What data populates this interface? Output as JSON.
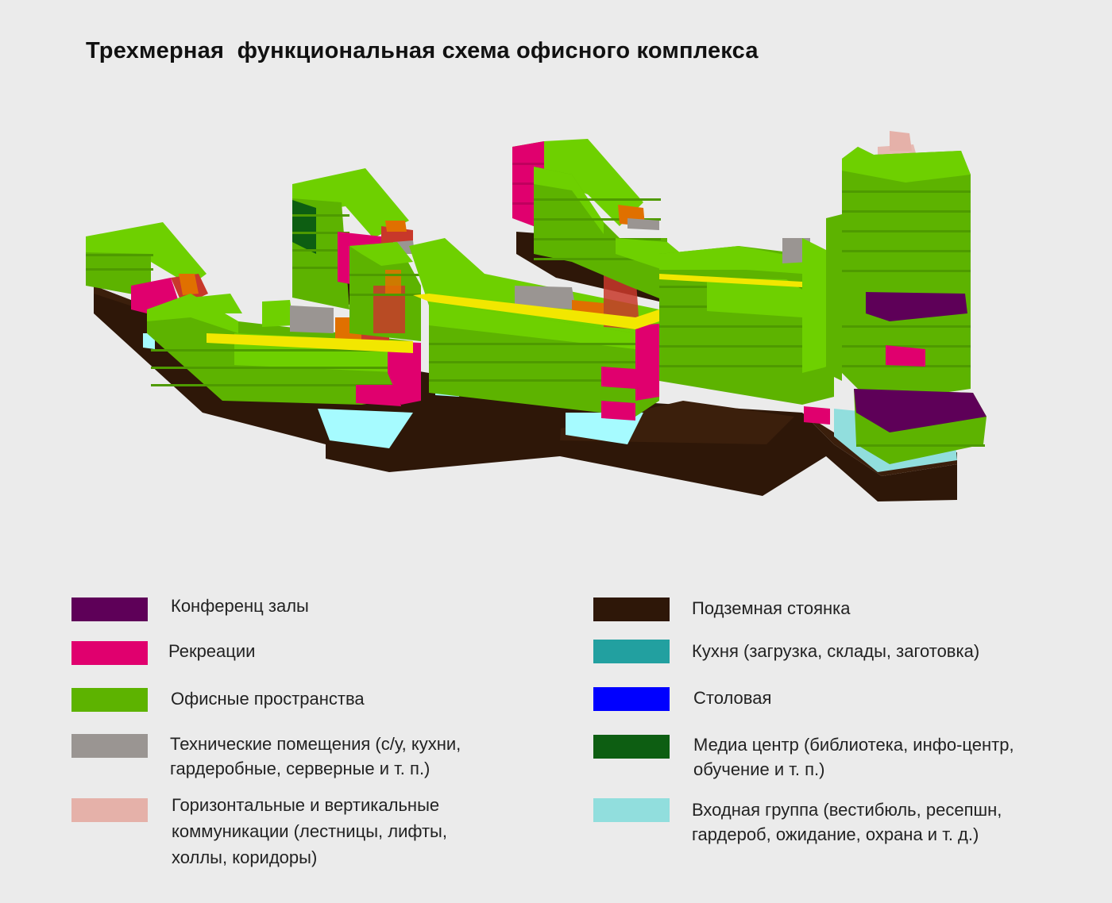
{
  "title": "Трехмерная  функциональная схема офисного комплекса",
  "colors": {
    "conference": "#5e0058",
    "recreation": "#e0006e",
    "office": "#5db300",
    "office_light": "#6ed000",
    "office_dark": "#4e9a00",
    "technical": "#9a9592",
    "communications": "#e5b1a9",
    "parking": "#2e1708",
    "parking_top": "#3b1f0c",
    "kitchen": "#22a0a0",
    "dining": "#0000ff",
    "media": "#0d5e12",
    "entrance": "#91dedd",
    "entrance_bright": "#a6fbff",
    "corridor": "#f2e700",
    "stair": "#e07000",
    "stair_red": "#c8382a"
  },
  "legend_left": [
    {
      "id": "conference",
      "label": "Конференц залы",
      "color": "#5e0058"
    },
    {
      "id": "recreation",
      "label": "Рекреации",
      "color": "#e0006e"
    },
    {
      "id": "office",
      "label": "Офисные пространства",
      "color": "#5db300"
    },
    {
      "id": "technical",
      "label": "Технические помещения (с/у, кухни,",
      "label2": "гардеробные, серверные и т. п.)",
      "color": "#9a9592"
    },
    {
      "id": "communications",
      "label": "Горизонтальные и вертикальные",
      "label2": "коммуникации (лестницы, лифты,",
      "label3": "холлы, коридоры)",
      "color": "#e5b1a9"
    }
  ],
  "legend_right": [
    {
      "id": "parking",
      "label": "Подземная стоянка",
      "color": "#2e1708"
    },
    {
      "id": "kitchen",
      "label": "Кухня (загрузка, склады, заготовка)",
      "color": "#22a0a0"
    },
    {
      "id": "dining",
      "label": "Столовая",
      "color": "#0000ff"
    },
    {
      "id": "media",
      "label": "Медиа центр (библиотека, инфо-центр,",
      "label2": "обучение и т. п.)",
      "color": "#0d5e12"
    },
    {
      "id": "entrance",
      "label": "Входная группа (вестибюль, ресепшн,",
      "label2": "гардероб, ожидание, охрана и т. д.)",
      "color": "#91dedd"
    }
  ]
}
